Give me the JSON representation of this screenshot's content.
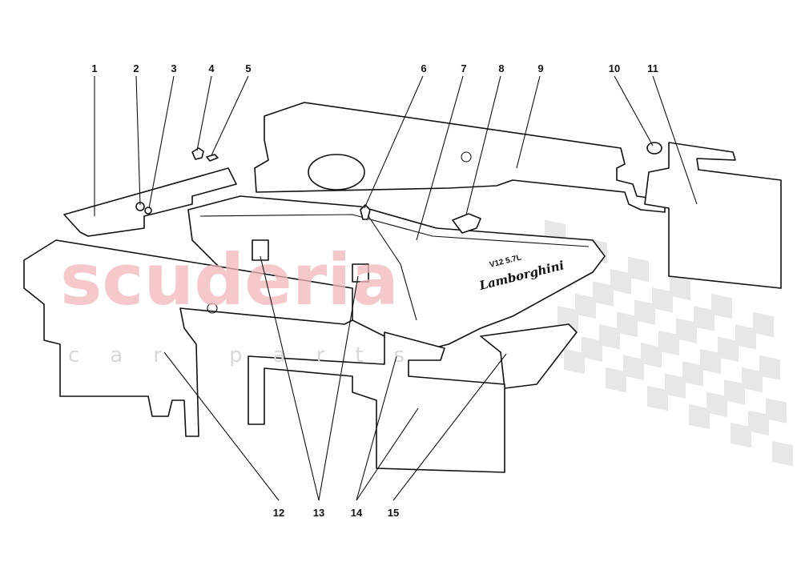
{
  "watermark": {
    "brand": "scuderia",
    "sub": "car parts",
    "color": "#f2b8bc"
  },
  "cover_plate": {
    "model": "V12 5.7L",
    "brand_logo": "Lamborghini"
  },
  "callouts": [
    {
      "number": "1"
    },
    {
      "number": "2"
    },
    {
      "number": "3"
    },
    {
      "number": "4"
    },
    {
      "number": "5"
    },
    {
      "number": "6"
    },
    {
      "number": "7"
    },
    {
      "number": "8"
    },
    {
      "number": "9"
    },
    {
      "number": "10"
    },
    {
      "number": "11"
    },
    {
      "number": "12"
    },
    {
      "number": "13"
    },
    {
      "number": "14"
    },
    {
      "number": "15"
    }
  ]
}
